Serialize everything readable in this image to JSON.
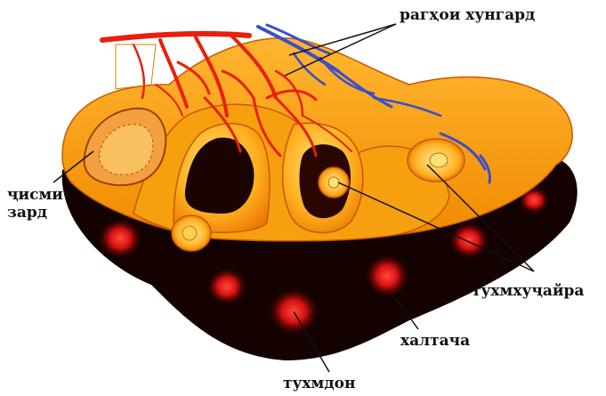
{
  "labels": {
    "blood_vessels": "рагҳои хунгард",
    "corpus_luteum_line1": "ҷисми",
    "corpus_luteum_line2": "зард",
    "follicle": "тухмхуҷайра",
    "sac": "халтача",
    "ovary": "тухмдон"
  },
  "colors": {
    "tissue_outer": "#f4a000",
    "tissue_light": "#ffc020",
    "tissue_highlight": "#ffe070",
    "vessel_red": "#e8200a",
    "vein_blue": "#3a4fc8",
    "dark_body": "#120000",
    "dark_spot": "#e81818",
    "label_text": "#111111"
  },
  "icons": [
    "leader-line",
    "vessel-branch",
    "follicle-egg"
  ]
}
